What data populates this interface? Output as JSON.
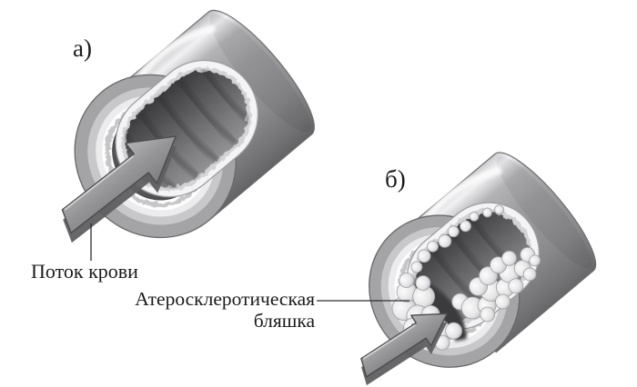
{
  "figure": {
    "background": "#ffffff",
    "panels": [
      {
        "id": "a",
        "tag": "а)"
      },
      {
        "id": "b",
        "tag": "б)"
      }
    ],
    "labels": {
      "blood_flow": "Поток крови",
      "plaque": {
        "line1": "Атеросклеротическая",
        "line2": "бляшка"
      }
    },
    "colors": {
      "vessel_gray": "#9b9b9d",
      "wall_light": "#ececee",
      "intima_white": "#fdfdfd",
      "lumen_dark": "#39393b",
      "plaque_light": "#e6e6e8",
      "arrow_gray": "#98989a",
      "text": "#1b1b1d",
      "leader_line": "#2e2e30"
    }
  }
}
